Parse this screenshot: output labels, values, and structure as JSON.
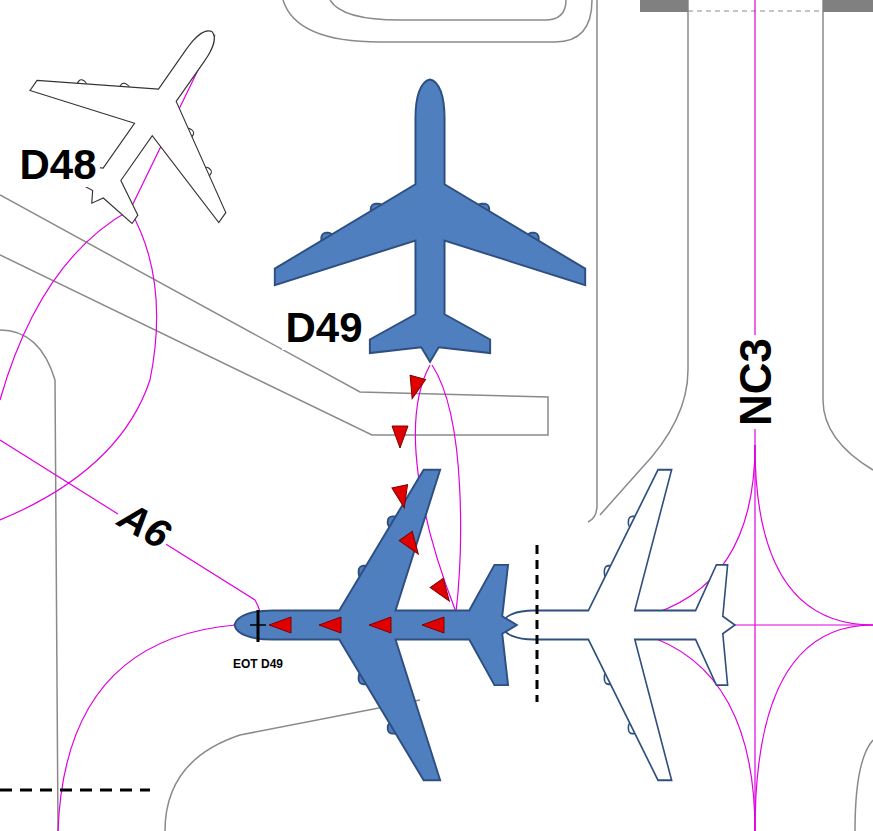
{
  "diagram": {
    "labels": [
      "D48",
      "D49",
      "A6",
      "NC3",
      "EOT D49"
    ]
  }
}
